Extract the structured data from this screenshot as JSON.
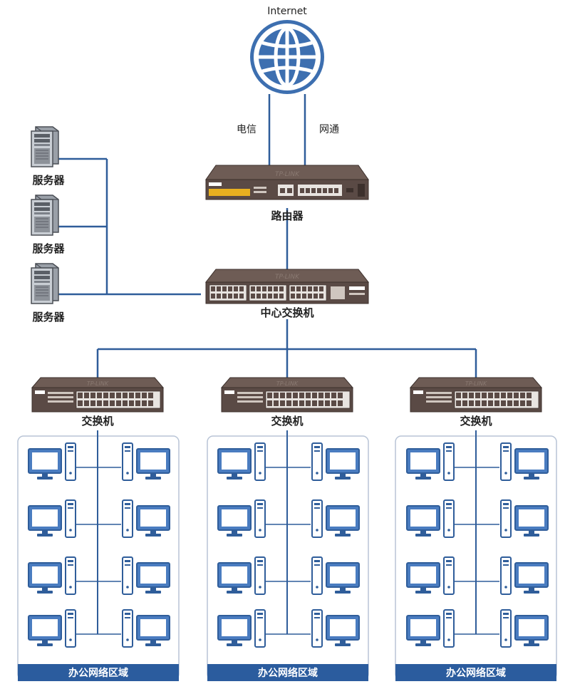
{
  "internet": {
    "label": "Internet"
  },
  "links": {
    "isp_left": "电信",
    "isp_right": "网通"
  },
  "router": {
    "label": "路由器",
    "brand": "TP-LINK"
  },
  "core_switch": {
    "label": "中心交换机",
    "brand": "TP-LINK"
  },
  "servers": [
    {
      "label": "服务器"
    },
    {
      "label": "服务器"
    },
    {
      "label": "服务器"
    }
  ],
  "access_switches": [
    {
      "label": "交换机",
      "brand": "TP-LINK"
    },
    {
      "label": "交换机",
      "brand": "TP-LINK"
    },
    {
      "label": "交换机",
      "brand": "TP-LINK"
    }
  ],
  "zones": [
    {
      "label": "办公网络区域"
    },
    {
      "label": "办公网络区域"
    },
    {
      "label": "办公网络区域"
    }
  ],
  "colors": {
    "link": "#2f5d9a",
    "device_body": "#5a4a45",
    "device_top": "#6e5c55",
    "globe_blue": "#3d6fb0",
    "pc_blue": "#4a7cc0",
    "zone_border": "#b8c4d6",
    "zone_bar": "#2b5c9e"
  }
}
